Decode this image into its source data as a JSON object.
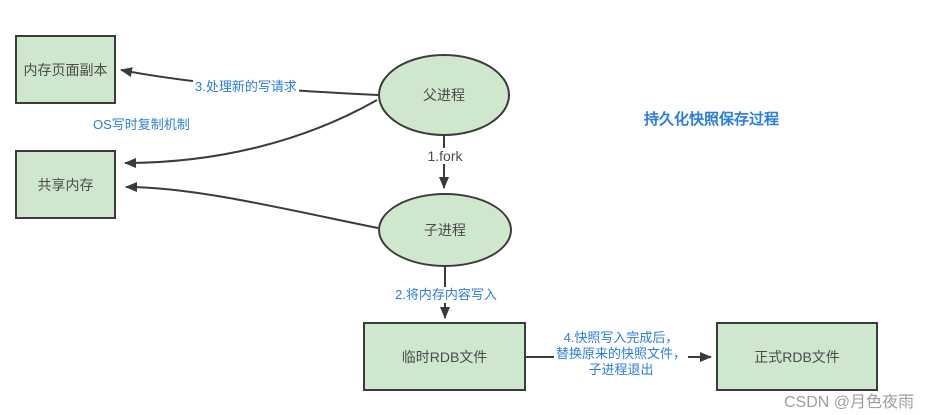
{
  "title": "持久化快照保存过程",
  "watermark": "CSDN @月色夜雨",
  "colors": {
    "node_fill": "#cfe8cd",
    "node_border": "#3b3b3b",
    "arrow": "#3b3b3b",
    "label_blue": "#2a7de1",
    "text_dark": "#4a4a4a",
    "watermark_gray": "#9e9e9e"
  },
  "nodes": {
    "memory_page_copy": {
      "label": "内存页面副本"
    },
    "shared_memory": {
      "label": "共享内存"
    },
    "parent_process": {
      "label": "父进程"
    },
    "child_process": {
      "label": "子进程"
    },
    "temp_rdb_file": {
      "label": "临时RDB文件"
    },
    "official_rdb_file": {
      "label": "正式RDB文件"
    }
  },
  "labels": {
    "step1_fork": "1.fork",
    "step2_write_memory": "2.将内存内容写入",
    "step3_handle_writes": "3.处理新的写请求",
    "step4_line1": "4.快照写入完成后，",
    "step4_line2": "替换原来的快照文件，",
    "step4_line3": "子进程退出",
    "copy_on_write": "OS写时复制机制"
  }
}
